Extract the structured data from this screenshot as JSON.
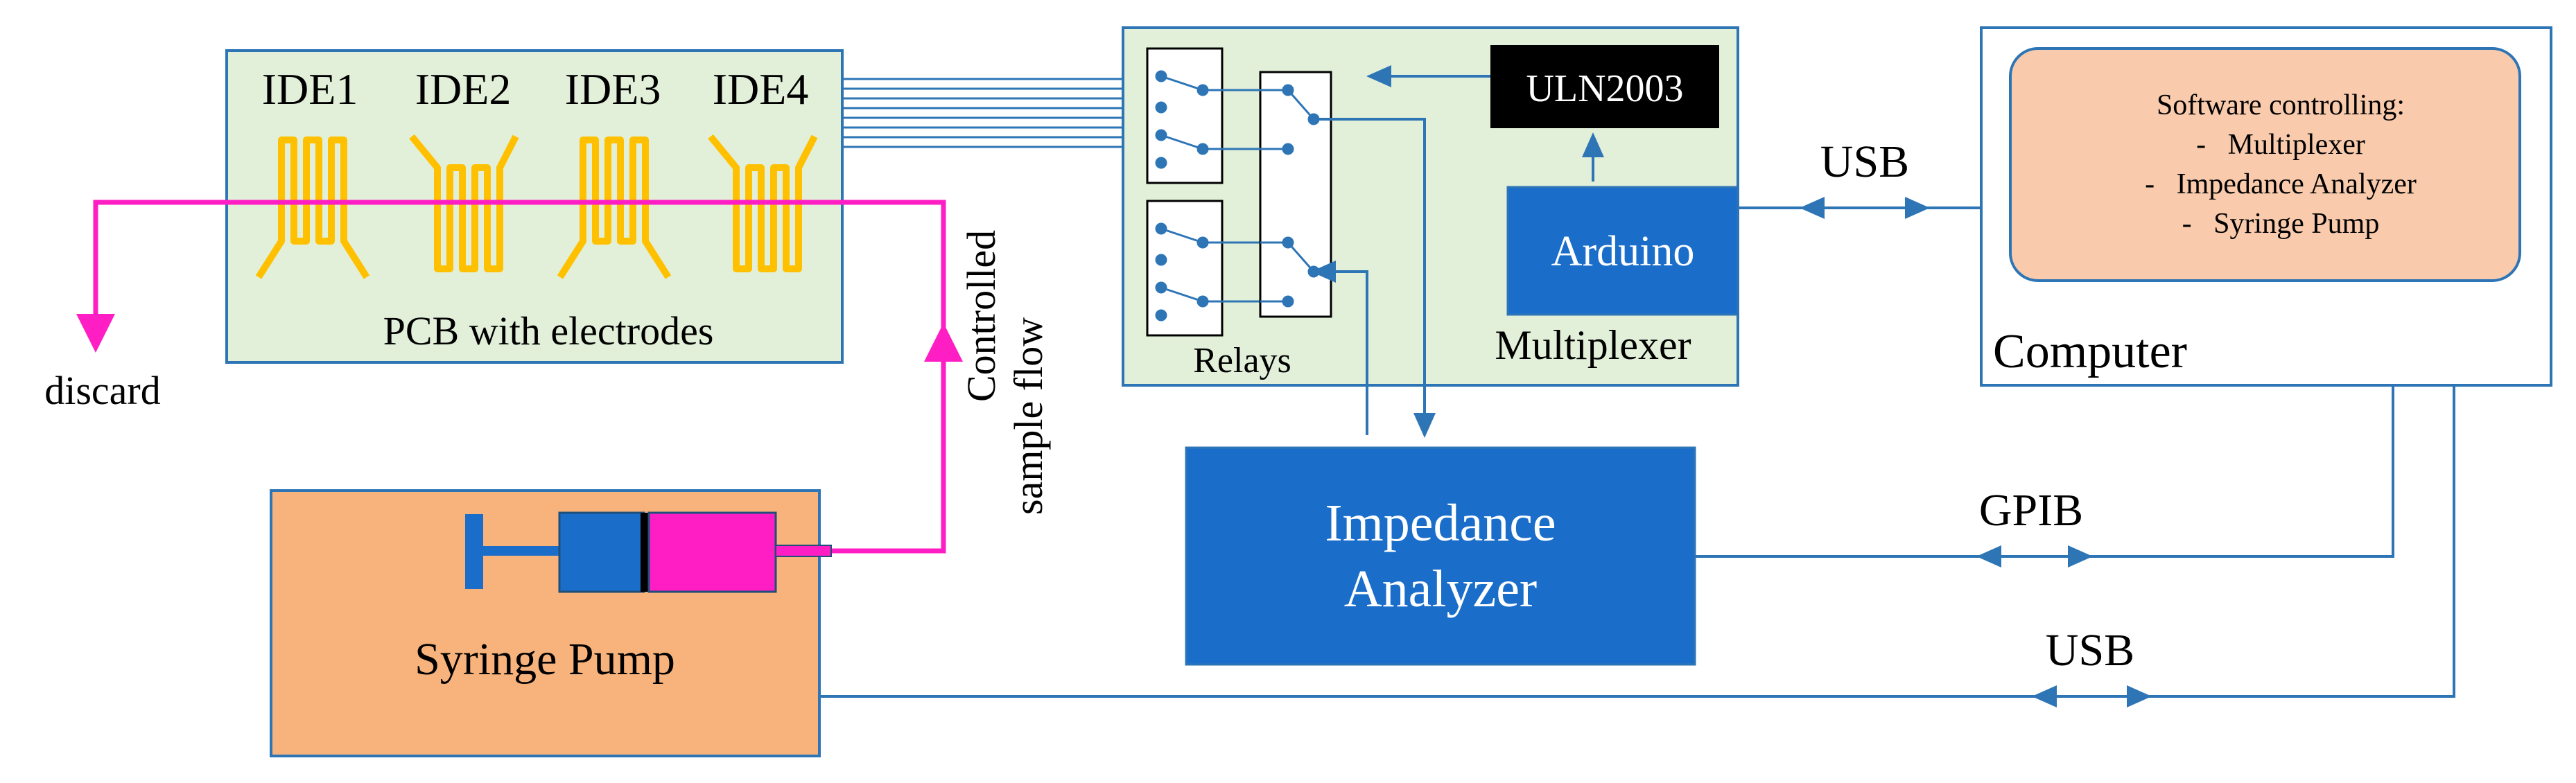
{
  "colors": {
    "pcb_fill": "#e2f0d9",
    "box_stroke": "#2e75b6",
    "wire": "#2e75b6",
    "electrode": "#ffc000",
    "flow": "#ff1ec3",
    "pump_fill": "#f8b37c",
    "software_fill": "#f9cbac",
    "blue_block": "#1a6ec9",
    "uln_fill": "#000000"
  },
  "pcb": {
    "electrodes": [
      "IDE1",
      "IDE2",
      "IDE3",
      "IDE4"
    ],
    "label": "PCB with electrodes"
  },
  "flow": {
    "discard_label": "discard",
    "controlled_label_line1": "Controlled",
    "controlled_label_line2": "sample flow"
  },
  "pump": {
    "label": "Syringe Pump"
  },
  "multiplexer": {
    "label": "Multiplexer",
    "relays_label": "Relays",
    "driver_label": "ULN2003",
    "controller_label": "Arduino"
  },
  "analyzer": {
    "line1": "Impedance",
    "line2": "Analyzer"
  },
  "computer": {
    "label": "Computer",
    "software_title": "Software controlling:",
    "software_items": [
      "Multiplexer",
      "Impedance Analyzer",
      "Syringe Pump"
    ]
  },
  "links": {
    "usb_arduino": "USB",
    "gpib": "GPIB",
    "usb_pump": "USB"
  }
}
